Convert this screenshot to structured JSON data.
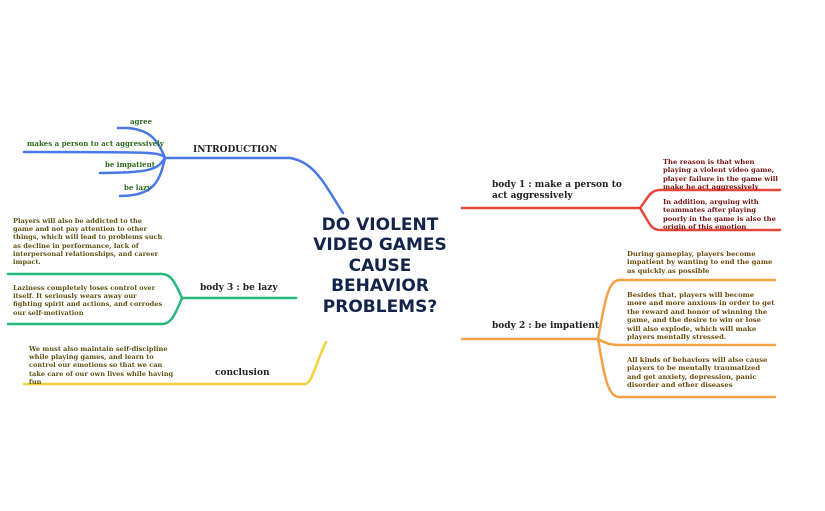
{
  "central_topic": "DO VIOLENT VIDEO GAMES CAUSE BEHAVIOR PROBLEMS?",
  "introduction": {
    "label": "INTRODUCTION",
    "items": [
      "agree",
      "makes a person to act aggressively",
      "be impatient",
      "be lazy"
    ]
  },
  "body1": {
    "label": "body 1 : make a person to act aggressively",
    "items": [
      "The reason is that when playing a violent video game, player failure in the game will make he act aggressively",
      "In addition, arguing with teammates after playing poorly in the game is also the origin of this emotion"
    ]
  },
  "body2": {
    "label": "body 2 : be impatient",
    "items": [
      "During gameplay, players become impatient by wanting to end the game as quickly as possible",
      "Besides that, players will become more and more anxious in order to get the reward and honor of winning the game, and the desire to win or lose will also explode, which will make players mentally stressed.",
      "All kinds of behaviors will also cause players to be mentally traumatized and get anxiety, depression, panic disorder and other diseases"
    ]
  },
  "body3": {
    "label": "body 3 : be lazy",
    "items": [
      "Players will also be addicted to the game and not pay attention to other things, which will lead to problems such as decline in performance, lack of interpersonal relationships, and career impact.",
      "Laziness completely loses control over itself. It seriously wears away our fighting spirit and actions, and corrodes our self-motivation"
    ]
  },
  "conclusion": {
    "label": "conclusion",
    "items": [
      "We must also maintain self-discipline while playing games, and learn to control our emotions so that we can take care of our own lives while having fun"
    ]
  },
  "colors": {
    "introduction": "#4a78e8",
    "body1": "#e8453c",
    "body2": "#f4a245",
    "body3": "#27b77a",
    "conclusion": "#f2d23c",
    "central_text": "#13244a"
  }
}
